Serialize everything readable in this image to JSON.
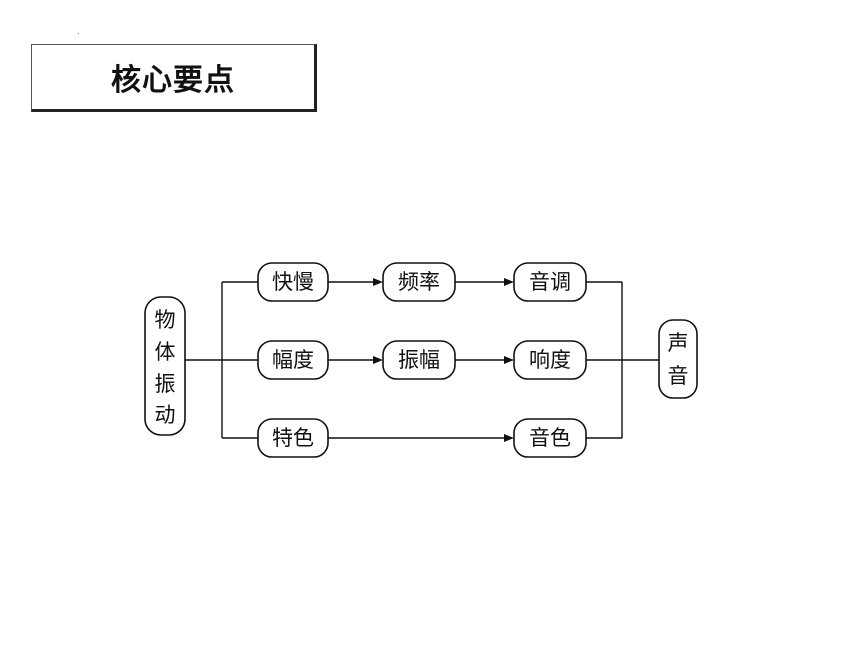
{
  "title": "核心要点",
  "diagram": {
    "source": [
      "物",
      "体",
      "振",
      "动"
    ],
    "branches": [
      {
        "a": "快慢",
        "b": "频率",
        "c": "音调"
      },
      {
        "a": "幅度",
        "b": "振幅",
        "c": "响度"
      },
      {
        "a": "特色",
        "b": "",
        "c": "音色"
      }
    ],
    "target": [
      "声",
      "音"
    ]
  }
}
